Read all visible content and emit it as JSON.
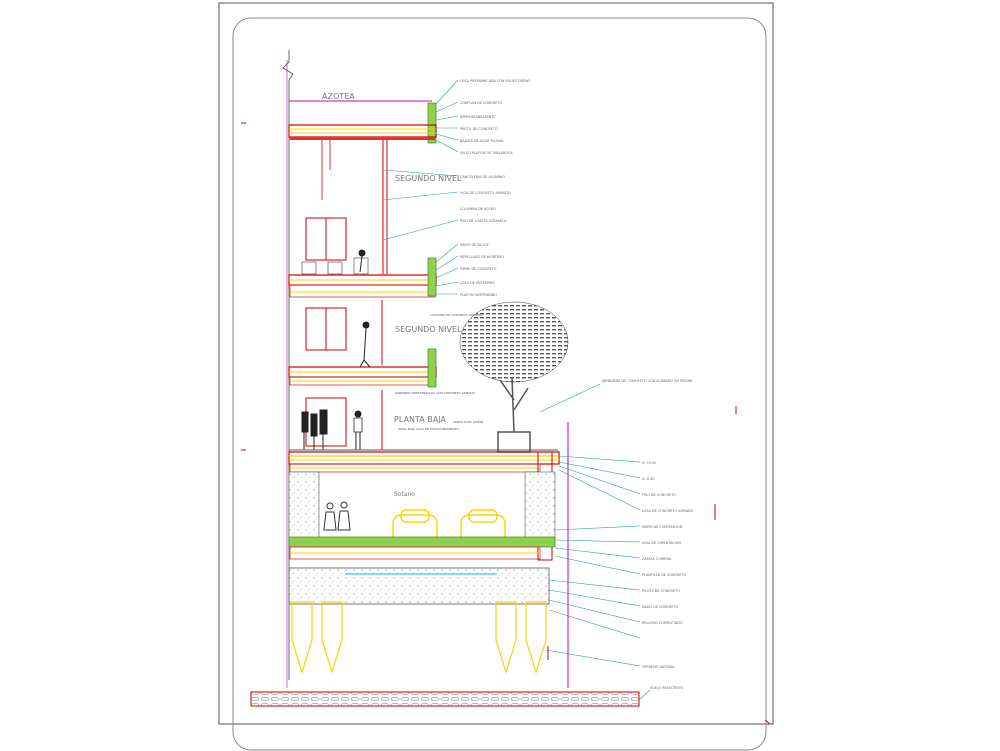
{
  "drawing": {
    "levels": {
      "roof": "AZOTEA",
      "second_upper": "SEGUNDO NIVEL",
      "second_lower": "SEGUNDO NIVEL",
      "ground": "PLANTA BAJA",
      "basement": "Sotano"
    },
    "notes_left": {
      "planter": "JARDINERA PREFABRICADA CON CONCRETO ARMADO",
      "tree_label": "ARBOL PARA JARDIN",
      "planta_baja_sub": "ZONA BAJO LOSA DE ESTACIONAMIENTO",
      "column_note": "COLUMNA DE CONCRETO ARMADO"
    },
    "notes_right": {
      "roof": [
        "LOSA PREFABRICADA CON POLIESTIRENO",
        "CHAFLAN DE CONCRETO",
        "IMPERMEABILIZANTE",
        "PRETIL DE CONCRETO",
        "BAJADA DE AGUA PLUVIAL",
        "FALSO PLAFON DE TABLAROCA"
      ],
      "level2": [
        "CANCELERIA DE ALUMINIO",
        "VIGA DE CONCRETO ARMADO",
        "COLUMNA DE ACERO",
        "PISO DE LOSETA CERAMICA"
      ],
      "level2b": [
        "MURO DE BLOCK",
        "REPELLADO DE MORTERO",
        "FIRME DE CONCRETO",
        "LOSA DE ENTREPISO",
        "PLAFON SUSPENDIDO"
      ],
      "planter": "JARDINERA DE CONCRETO CON ACABADO EN PIEDRA",
      "ground": [
        "N +0.00",
        "N -0.40",
        "PISO DE CONCRETO",
        "LOSA DE CONCRETO ARMADO",
        "MURO DE CONTENCION",
        "VIGA DE CIMENTACION",
        "ZAPATA CORRIDA",
        "PLANTILLA DE CONCRETO",
        "PILOTE DE CONCRETO",
        "DADO DE CONCRETO",
        "RELLENO COMPACTADO",
        "TERRENO NATURAL"
      ],
      "bottom": "SUELO RESISTENTE"
    }
  }
}
